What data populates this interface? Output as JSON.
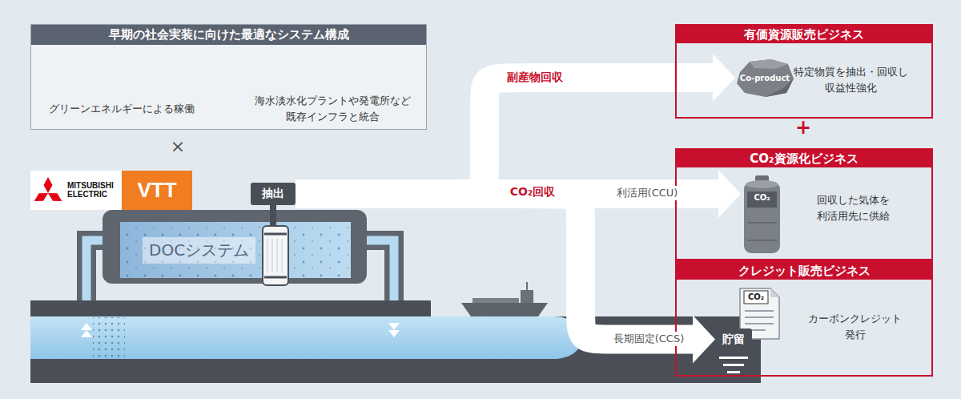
{
  "diagram": {
    "nodes": [
      {
        "text": [
          "早期の社会実装に向けた最適なシステム構成"
        ]
      },
      {
        "text": [
          "MITSUBISHI ELECTRIC"
        ]
      },
      {
        "text": [
          "VTT"
        ]
      },
      {
        "text": [
          "抽出"
        ]
      },
      {
        "text": [
          "DOCシステム"
        ]
      },
      {
        "text": [
          "有価資源販売ビジネス",
          "特定物質を抽出・回収し 収益性強化"
        ]
      },
      {
        "text": [
          "Co-product"
        ],
        "in": 5
      },
      {
        "text": [
          "CO₂資源化ビジネス",
          "回収した気体を 利活用先に供給"
        ]
      },
      {
        "text": [
          "CO₂"
        ],
        "in": 7
      },
      {
        "text": [
          "クレジット販売ビジネス",
          "カーボンクレジット 発行"
        ]
      },
      {
        "text": [
          "CO₂"
        ],
        "in": 9
      },
      {
        "text": [
          "貯留"
        ]
      }
    ],
    "edges": [
      {
        "from": 3,
        "to": 6,
        "label": "副産物回収",
        "arrow": "to"
      },
      {
        "from": 3,
        "to": 8,
        "label": "利活用(CCU)",
        "arrow": "to"
      },
      {
        "from": 3,
        "to": 11,
        "label": "長期固定(CCS)",
        "arrow": "to"
      }
    ],
    "labels": [
      "グリーンエネルギーによる稼働",
      "海水淡水化プラントや発電所など 既存インフラと統合",
      "×",
      "CO₂回収",
      "+"
    ]
  }
}
